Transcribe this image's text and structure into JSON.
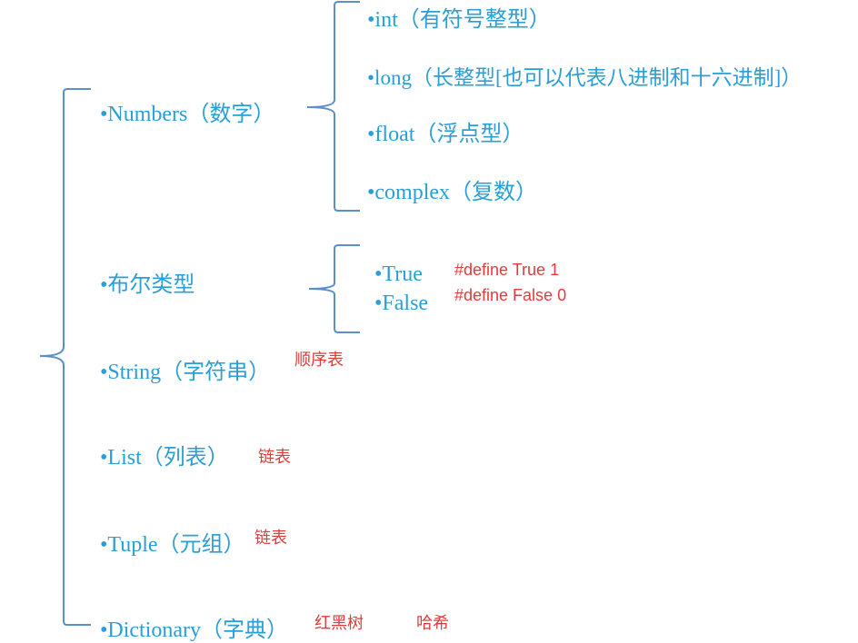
{
  "colors": {
    "node_text": "#2a9fd6",
    "bracket_stroke": "#5b8fc9",
    "note_text": "#e23b3b"
  },
  "root_items": [
    {
      "label": "•Numbers（数字）"
    },
    {
      "label": "•布尔类型"
    },
    {
      "label": "•String（字符串）"
    },
    {
      "label": "•List（列表）"
    },
    {
      "label": "•Tuple（元组）"
    },
    {
      "label": "•Dictionary（字典）"
    }
  ],
  "numbers_children": [
    {
      "label": "•int（有符号整型）"
    },
    {
      "label": "•long（长整型[也可以代表八进制和十六进制]）"
    },
    {
      "label": "•float（浮点型）"
    },
    {
      "label": "•complex（复数）"
    }
  ],
  "bool_children": [
    {
      "label": "•True"
    },
    {
      "label": "•False"
    }
  ],
  "notes": {
    "true_define": "#define True  1",
    "false_define": "#define False 0",
    "string_note": "顺序表",
    "list_note": "链表",
    "tuple_note": "链表",
    "dict_note_1": "红黑树",
    "dict_note_2": "哈希"
  }
}
